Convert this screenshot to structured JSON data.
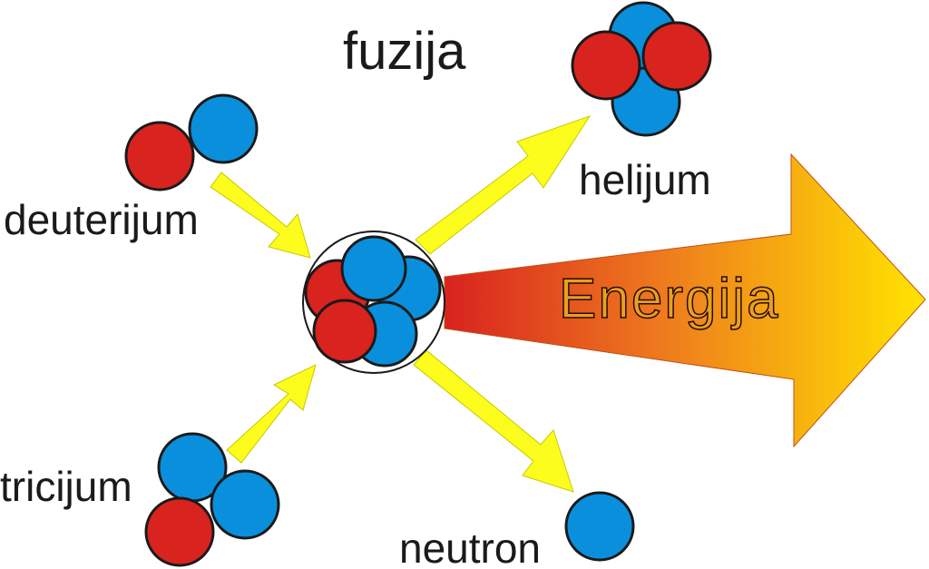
{
  "title": "fuzija",
  "labels": {
    "deuterium": "deuterijum",
    "tritium": "tricijum",
    "helium": "helijum",
    "neutron": "neutron",
    "energy": "Energija"
  },
  "colors": {
    "proton": "#d8231f",
    "neutron": "#0a8fdc",
    "arrow": "#fdfd1d",
    "energy_start": "#d8231f",
    "energy_end": "#ffe400",
    "outline": "#1a1a1a"
  },
  "icons": {
    "proton": "proton-icon",
    "neutron": "neutron-icon"
  }
}
